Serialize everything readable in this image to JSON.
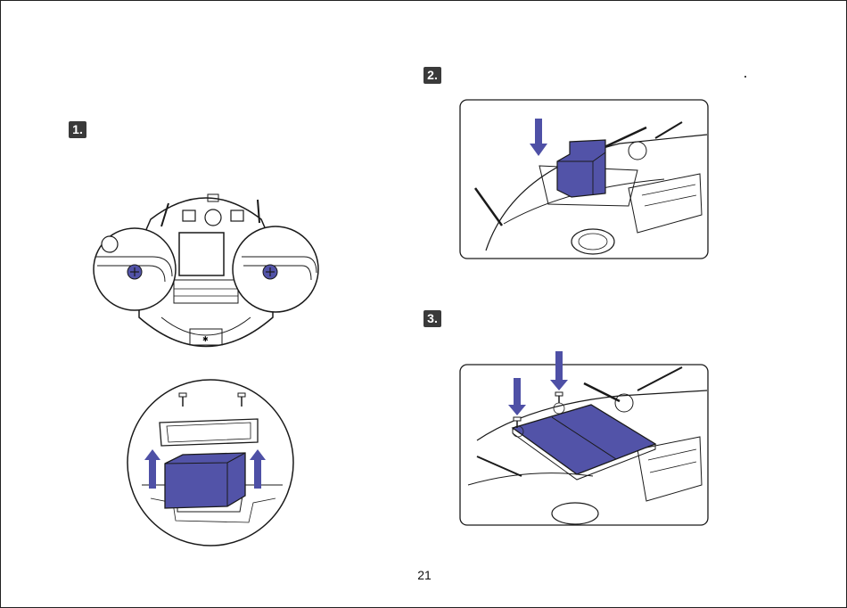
{
  "steps": [
    {
      "label": "1."
    },
    {
      "label": "2."
    },
    {
      "label": "3."
    }
  ],
  "page_number": "21",
  "colors": {
    "battery": "#5253a8",
    "arrow": "#4e50a6",
    "line": "#1a1a1a",
    "badge": "#3a3a3a"
  }
}
